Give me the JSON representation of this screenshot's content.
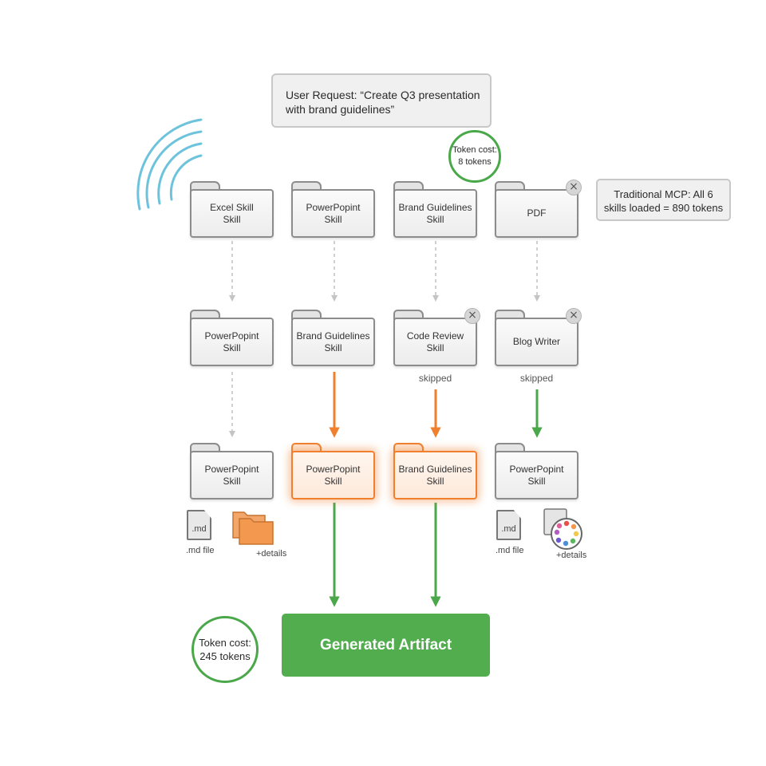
{
  "request": {
    "line1": "User Request: “Create Q3 presentation",
    "line2": "with brand guidelines”"
  },
  "token_top": {
    "line1": "Token cost:",
    "line2": "8 tokens"
  },
  "mcp": {
    "line1": "Traditional MCP: All 6",
    "line2": "skills loaded = 890 tokens"
  },
  "row1": [
    {
      "line1": "Excel Skill",
      "line2": "Skill"
    },
    {
      "line1": "PowerPopint",
      "line2": "Skill"
    },
    {
      "line1": "Brand Guidelines",
      "line2": "Skill"
    },
    {
      "line1": "PDF",
      "line2": ""
    }
  ],
  "row2": [
    {
      "line1": "PowerPopint",
      "line2": "Skill"
    },
    {
      "line1": "Brand Guidelines",
      "line2": "Skill"
    },
    {
      "line1": "Code Review",
      "line2": "Skill",
      "caption": "skipped"
    },
    {
      "line1": "Blog Writer",
      "line2": "",
      "caption": "skipped"
    }
  ],
  "row3": [
    {
      "line1": "PowerPopint",
      "line2": "Skill"
    },
    {
      "line1": "PowerPopint",
      "line2": "Skill"
    },
    {
      "line1": "Brand Guidelines",
      "line2": "Skill"
    },
    {
      "line1": "PowerPopint",
      "line2": "Skill"
    }
  ],
  "assets": {
    "md_icon_text": ".md",
    "md_label": ".md file",
    "details_label": "+details"
  },
  "token_bottom": {
    "line1": "Token cost:",
    "line2": "245 tokens"
  },
  "artifact": {
    "label": "Generated Artifact"
  },
  "colors": {
    "green": "#4aa84a",
    "orange": "#f07f2e",
    "gray_arrow": "#c4c4c4",
    "wifi": "#6ec3dc"
  }
}
